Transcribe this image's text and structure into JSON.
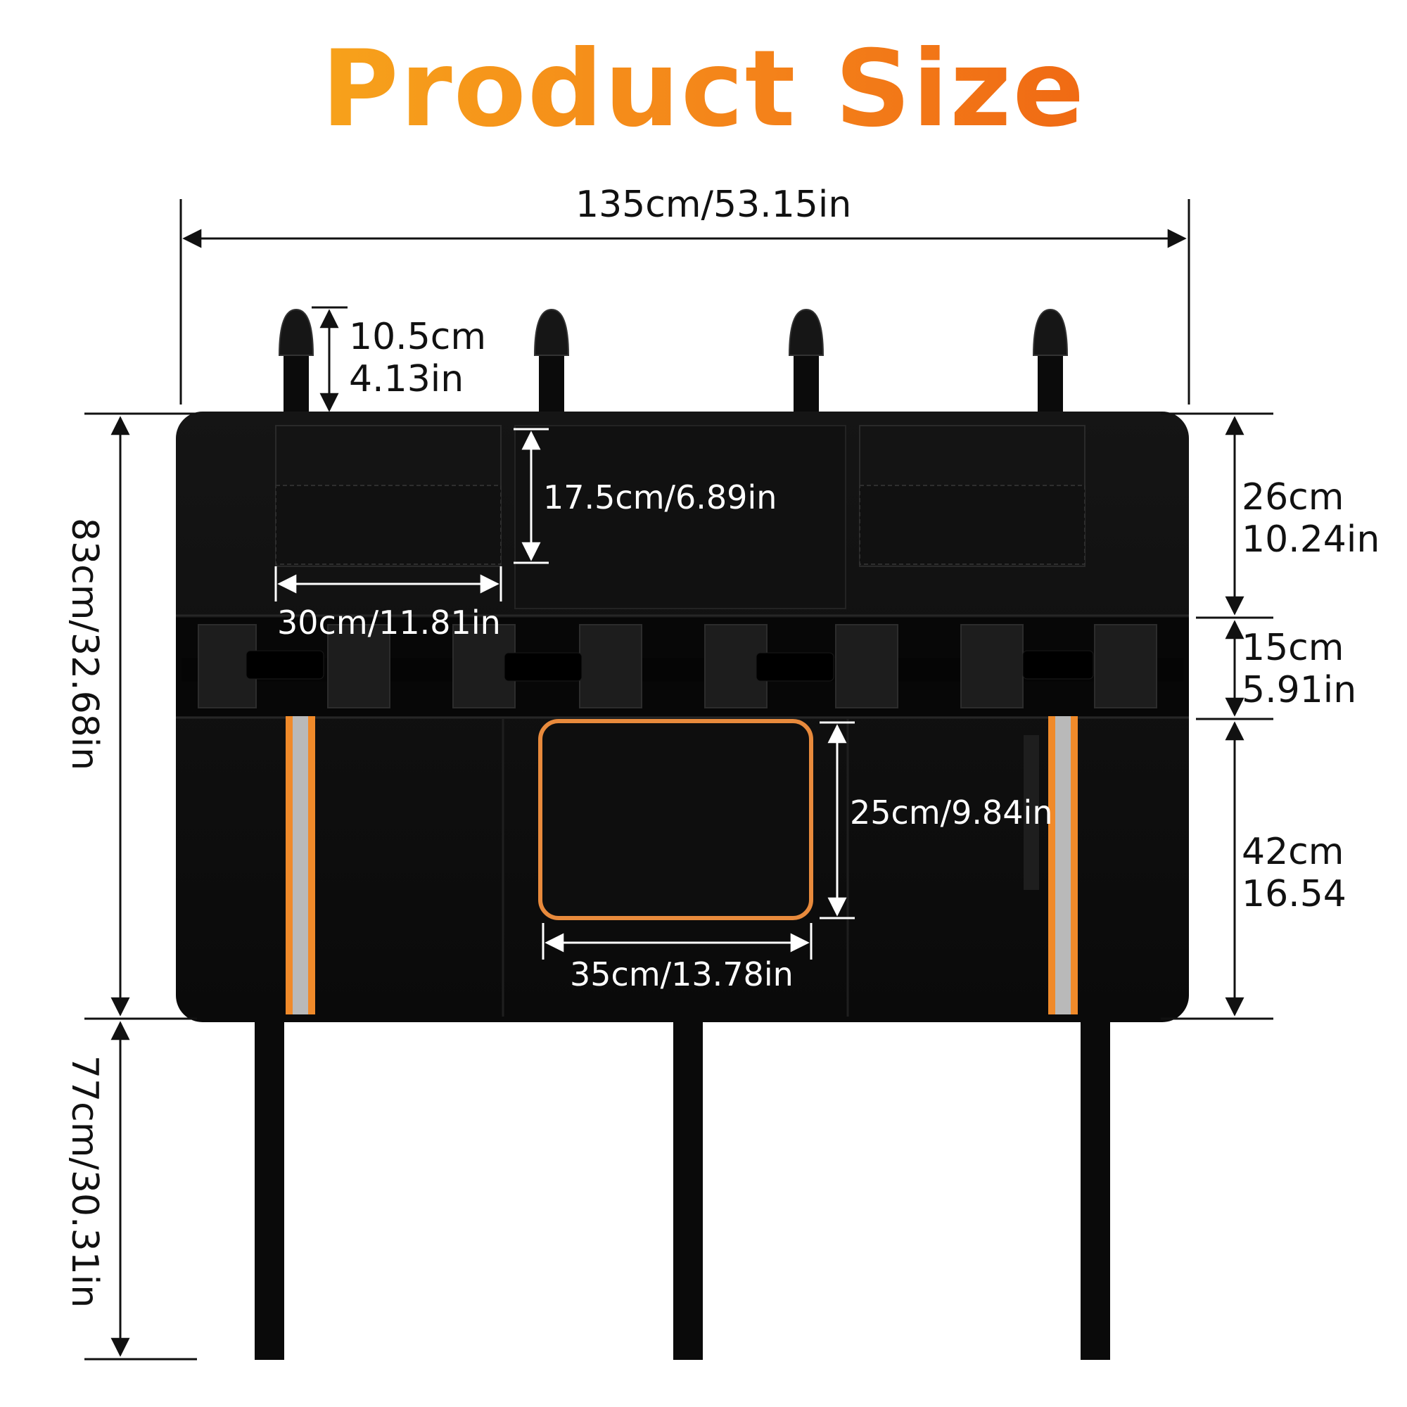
{
  "title": "Product Size",
  "colors": {
    "title_start": "#f7a21b",
    "title_end": "#f06a14",
    "body": "#0c0c0c",
    "reflective_orange": "#f08a2a",
    "reflective_silver": "#b9b9b9"
  },
  "dimensions": {
    "overall_width": "135cm/53.15in",
    "top_strap_cm": "10.5cm",
    "top_strap_in": "4.13in",
    "top_pocket_height": "17.5cm/6.89in",
    "top_pocket_width": "30cm/11.81in",
    "total_height": "83cm/32.68in",
    "bottom_strap_length": "77cm/30.31in",
    "upper_section_cm": "26cm",
    "upper_section_in": "10.24in",
    "middle_section_cm": "15cm",
    "middle_section_in": "5.91in",
    "lower_section_cm": "42cm",
    "lower_section_in": "16.54",
    "front_pocket_height": "25cm/9.84in",
    "front_pocket_width": "35cm/13.78in"
  }
}
